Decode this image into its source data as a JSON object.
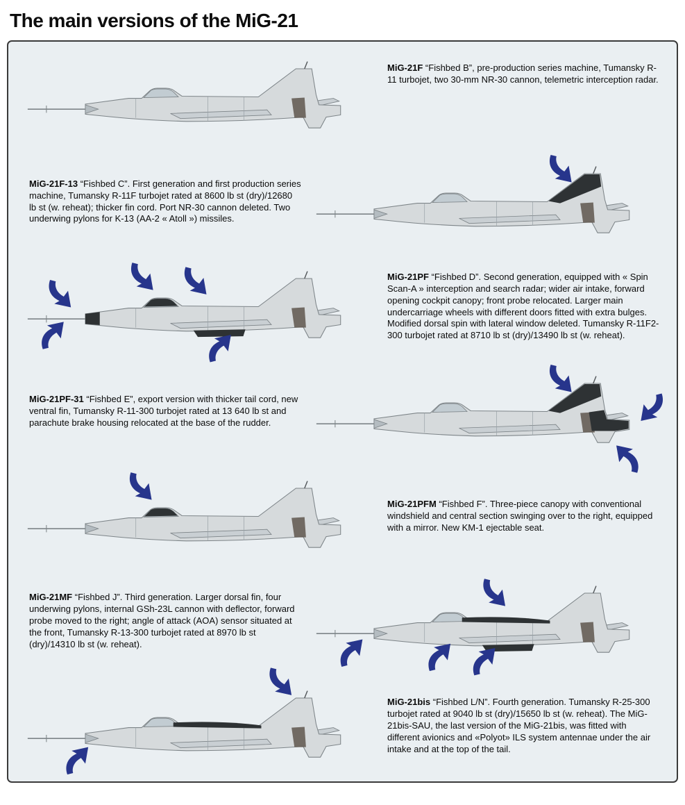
{
  "page": {
    "title": "The main versions of the MiG-21"
  },
  "colors": {
    "panel_background": "#eaeff2",
    "arrow": "#27358c",
    "airframe": "#d6dadc",
    "airframe_stroke": "#7d8488",
    "dark_detail": "#2e3234",
    "border": "#3a3a3a"
  },
  "icons": {
    "annotation_arrow": "curved navy arrow pointing at an airframe feature",
    "aircraft_profile": "MiG-21 side-profile line drawing"
  },
  "variants": [
    {
      "name": "MiG-21F",
      "text": "“Fishbed B”, pre-production series machine, Tumansky R-11 turbojet, two 30-mm NR-30 cannon, telemetric interception radar.",
      "arrow_annotations": 0
    },
    {
      "name": "MiG-21F-13",
      "text": "“Fishbed C”. First generation and first production series machine, Tumansky R-11F turbojet rated at 8600 lb st (dry)/12680 lb st (w. reheat); thicker fin cord. Port NR-30 cannon deleted. Two underwing pylons for K-13 (AA-2 « Atoll ») missiles.",
      "arrow_annotations": 1
    },
    {
      "name": "MiG-21PF",
      "text": "“Fishbed D”. Second generation, equipped with « Spin Scan-A » interception and search radar; wider air intake, forward opening cockpit canopy; front probe relocated. Larger main undercarriage wheels with different doors fitted with extra bulges. Modified dorsal spin with lateral window deleted. Tumansky R-11F2-300 turbojet rated at 8710 lb st (dry)/13490 lb st (w. reheat).",
      "arrow_annotations": 5
    },
    {
      "name": "MiG-21PF-31",
      "text": "“Fishbed E”, export version with thicker tail cord, new ventral fin, Tumansky R-11-300 turbojet rated at 13 640 lb st and parachute brake housing relocated at the base of the rudder.",
      "arrow_annotations": 3
    },
    {
      "name": "MiG-21PFM",
      "text": "“Fishbed F”. Three-piece canopy with conventional windshield and central section swinging over to the right, equipped with a mirror. New KM-1 ejectable seat.",
      "arrow_annotations": 1
    },
    {
      "name": "MiG-21MF",
      "text": "“Fishbed J”. Third generation. Larger dorsal fin, four underwing pylons, internal GSh-23L cannon with deflector, forward probe moved to the right; angle of attack (AOA) sensor situated at the front, Tumansky R-13-300 turbojet rated at 8970 lb st (dry)/14310 lb st (w. reheat).",
      "arrow_annotations": 4
    },
    {
      "name": "MiG-21bis",
      "text": "“Fishbed L/N”. Fourth generation. Tumansky R-25-300 turbojet rated at 9040 lb st (dry)/15650 lb st (w. reheat). The MiG-21bis-SAU, the last version of the MiG-21bis, was fitted with different avionics and «Polyot» ILS system antennae under the air intake and at the top of the tail.",
      "arrow_annotations": 2
    }
  ]
}
